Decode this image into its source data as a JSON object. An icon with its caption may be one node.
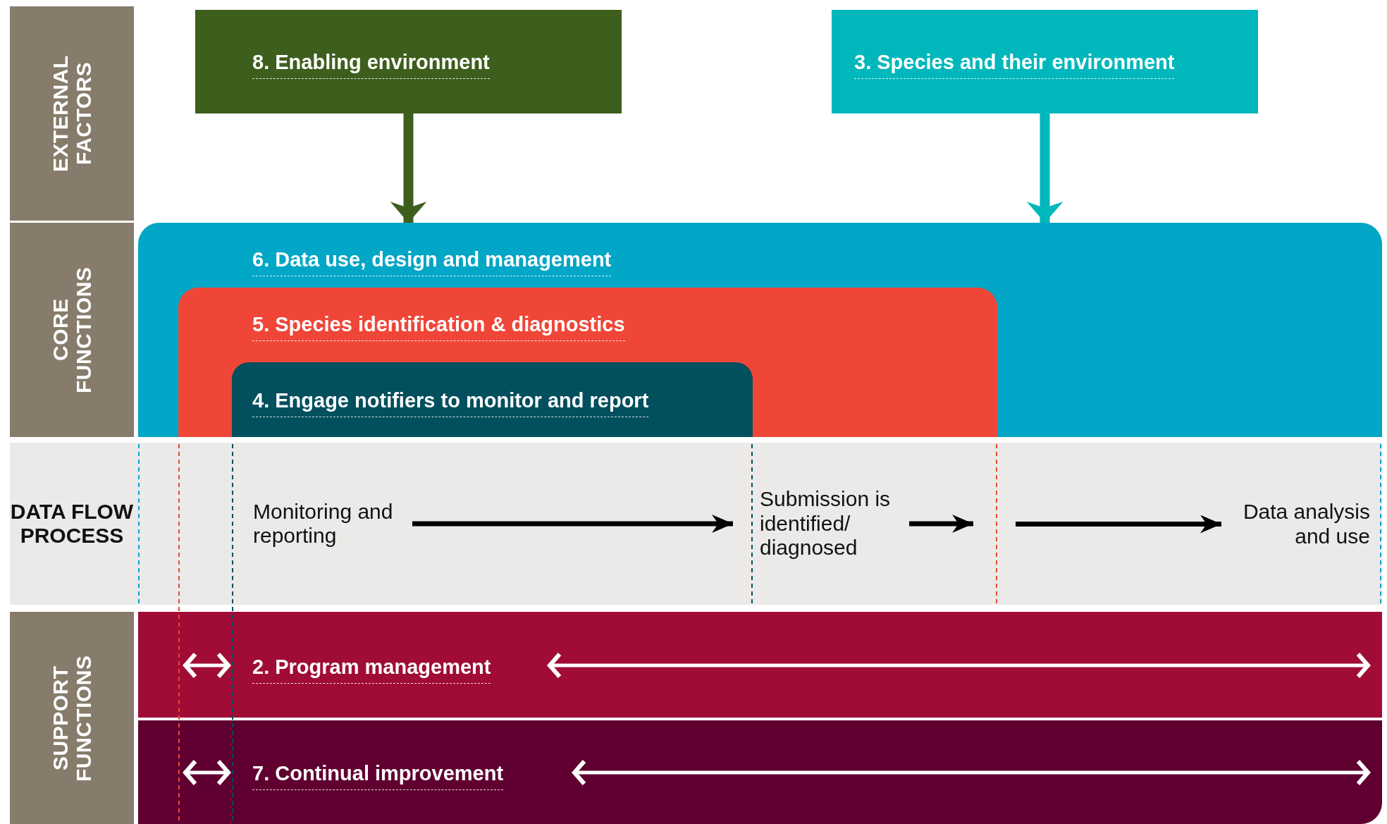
{
  "diagram": {
    "nodes": [
      {
        "text": [
          "EXTERNAL FACTORS"
        ]
      },
      {
        "text": [
          "8. Enabling environment"
        ]
      },
      {
        "text": [
          "3. Species and their environment"
        ]
      },
      {
        "text": [
          "CORE FUNCTIONS"
        ]
      },
      {
        "text": [
          "6. Data use, design and management"
        ]
      },
      {
        "text": [
          "5. Species identification & diagnostics"
        ],
        "in": 4
      },
      {
        "text": [
          "4. Engage notifiers to monitor and report"
        ],
        "in": 5
      },
      {
        "text": [
          "DATA FLOW PROCESS"
        ]
      },
      {
        "text": [
          "Monitoring and reporting"
        ],
        "in": 7
      },
      {
        "text": [
          "Submission is identified/ diagnosed"
        ],
        "in": 7
      },
      {
        "text": [
          "Data analysis and use"
        ],
        "in": 7
      },
      {
        "text": [
          "SUPPORT FUNCTIONS"
        ]
      },
      {
        "text": [
          "2. Program management"
        ]
      },
      {
        "text": [
          "7. Continual improvement"
        ]
      }
    ],
    "edges": [
      {
        "from": 1,
        "to": 4,
        "arrow": "to",
        "style": "thick",
        "color": "#3e5e1d"
      },
      {
        "from": 2,
        "to": 4,
        "arrow": "to",
        "style": "thick",
        "color": "#00b7bb"
      },
      {
        "from": 8,
        "to": 9,
        "arrow": "to"
      },
      {
        "from": 9,
        "to": null,
        "arrow": "to"
      },
      {
        "from": null,
        "to": 10,
        "arrow": "to"
      }
    ]
  }
}
